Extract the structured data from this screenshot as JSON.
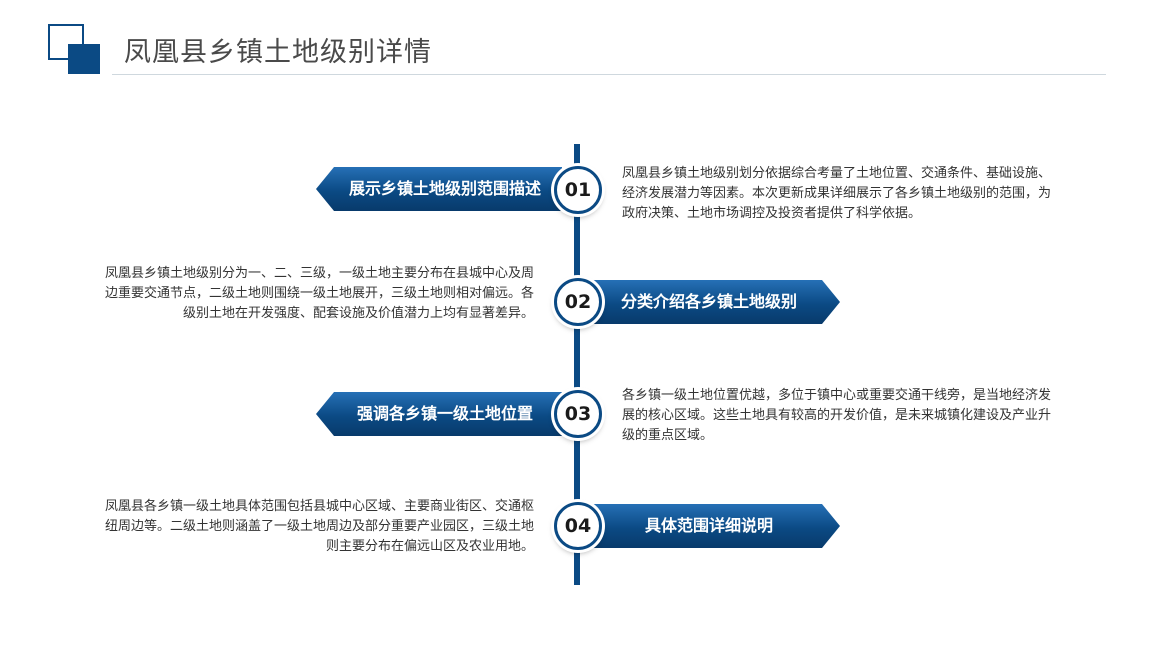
{
  "title": "凤凰县乡镇土地级别详情",
  "items": [
    {
      "number": "01",
      "heading": "展示乡镇土地级别范围描述",
      "description": "凤凰县乡镇土地级别划分依据综合考量了土地位置、交通条件、基础设施、经济发展潜力等因素。本次更新成果详细展示了各乡镇土地级别的范围，为政府决策、土地市场调控及投资者提供了科学依据。"
    },
    {
      "number": "02",
      "heading": "分类介绍各乡镇土地级别",
      "description": "凤凰县乡镇土地级别分为一、二、三级，一级土地主要分布在县城中心及周边重要交通节点，二级土地则围绕一级土地展开，三级土地则相对偏远。各级别土地在开发强度、配套设施及价值潜力上均有显著差异。"
    },
    {
      "number": "03",
      "heading": "强调各乡镇一级土地位置",
      "description": "各乡镇一级土地位置优越，多位于镇中心或重要交通干线旁，是当地经济发展的核心区域。这些土地具有较高的开发价值，是未来城镇化建设及产业升级的重点区域。"
    },
    {
      "number": "04",
      "heading": "具体范围详细说明",
      "description": "凤凰县各乡镇一级土地具体范围包括县城中心区域、主要商业街区、交通枢纽周边等。二级土地则涵盖了一级土地周边及部分重要产业园区，三级土地则主要分布在偏远山区及农业用地。"
    }
  ],
  "colors": {
    "primary": "#0b4a84",
    "accent": "#2670b6",
    "text": "#333333"
  }
}
